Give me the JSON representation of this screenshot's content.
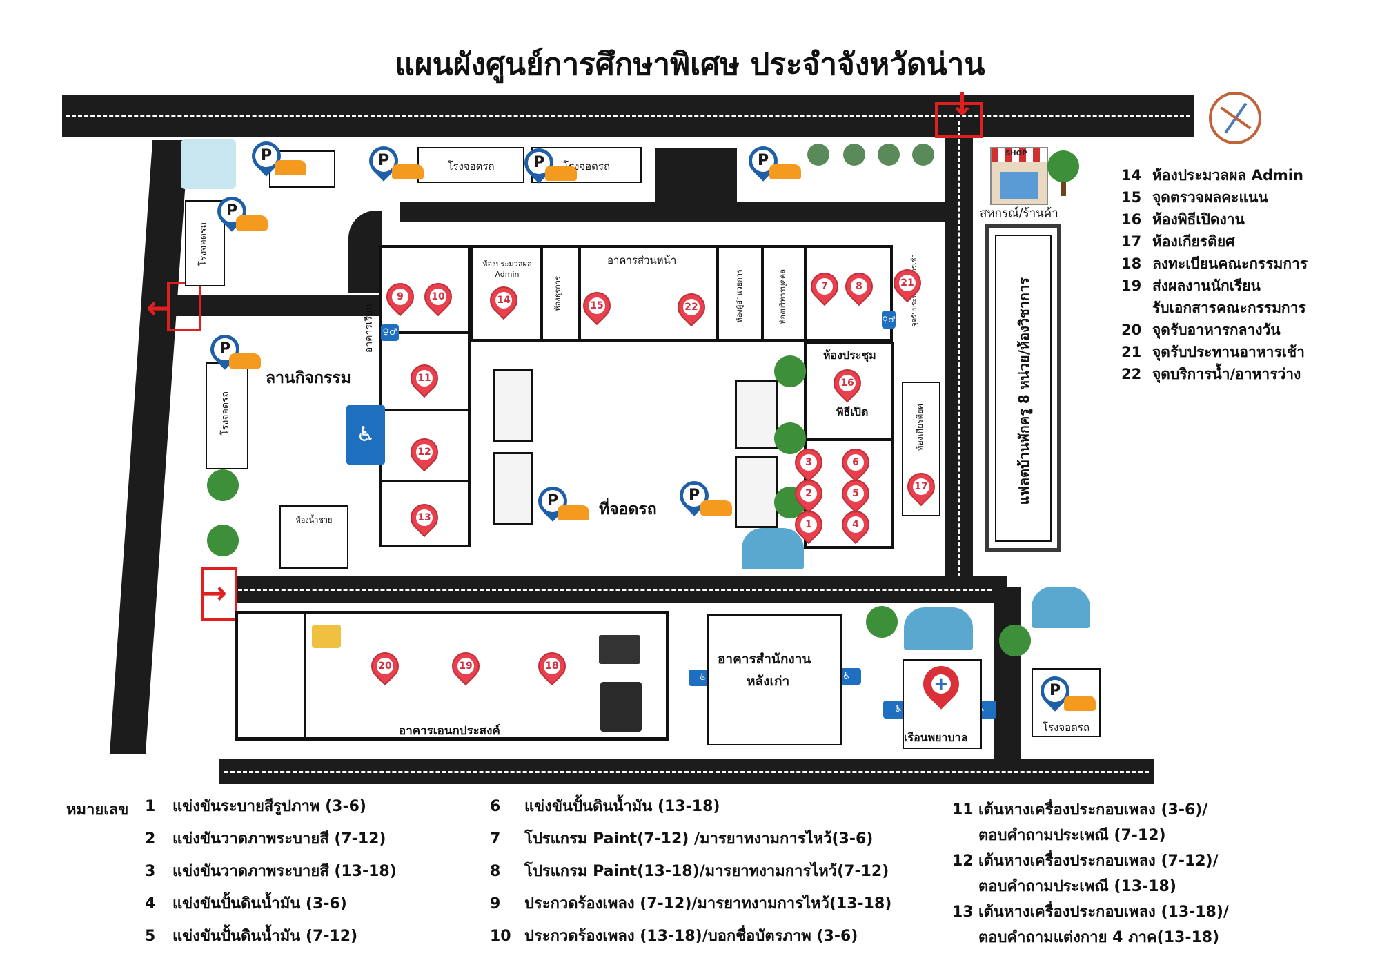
{
  "title": "แผนผังศูนย์การศึกษาพิเศษ ประจำจังหวัดน่าน",
  "labels": {
    "parking_lot": "โรงจอดรถ",
    "shop": "สหกรณ์/ร้านค้า",
    "activity_yard": "ลานกิจกรรม",
    "parking_area": "ที่จอดรถ",
    "front_building": "อาคารส่วนหน้า",
    "admin_room": "ห้องประมวลผล Admin",
    "classroom_building": "อาคารเรียน",
    "meeting_room": "ห้องประชุม",
    "opening": "พิธีเปิด",
    "honor_room": "ห้องเกียรติยศ",
    "mens_toilet": "ห้องน้ำชาย",
    "multipurpose": "อาคารเอนกประสงค์",
    "old_office": "อาคารสำนักงาน หลังเก่า",
    "old_office_1": "อาคารสำนักงาน",
    "old_office_2": "หลังเก่า",
    "nursing": "เรือนพยาบาล",
    "teacher_flats": "แฟลตบ้านพักครู 8 หน่วย/ห้องวิชาการ",
    "room_a": "ห้องธุรการ",
    "room_b": "ห้องผู้อำนวยการ",
    "room_c": "ห้องบริหารบุคคล",
    "room_d": "จุดรับประทานอาหารเช้า",
    "shop_sign": "SHOP"
  },
  "legend_right": [
    {
      "num": "14",
      "text": "ห้องประมวลผล Admin"
    },
    {
      "num": "15",
      "text": "จุดตรวจผลคะแนน"
    },
    {
      "num": "16",
      "text": "ห้องพิธีเปิดงาน"
    },
    {
      "num": "17",
      "text": "ห้องเกียรติยศ"
    },
    {
      "num": "18",
      "text": "ลงทะเบียนคณะกรรมการ"
    },
    {
      "num": "19",
      "text": "ส่งผลงานนักเรียน"
    },
    {
      "num": "",
      "text": "รับเอกสารคณะกรรมการ"
    },
    {
      "num": "20",
      "text": "จุดรับอาหารกลางวัน"
    },
    {
      "num": "21",
      "text": "จุดรับประทานอาหารเช้า"
    },
    {
      "num": "22",
      "text": "จุดบริการน้ำ/อาหารว่าง"
    }
  ],
  "legend_bottom_prefix": "หมายเลข",
  "legend_bottom": {
    "col1": [
      {
        "num": "1",
        "text": "แข่งขันระบายสีรูปภาพ (3-6)"
      },
      {
        "num": "2",
        "text": "แข่งขันวาดภาพระบายสี (7-12)"
      },
      {
        "num": "3",
        "text": "แข่งขันวาดภาพระบายสี (13-18)"
      },
      {
        "num": "4",
        "text": "แข่งขันปั้นดินน้ำมัน (3-6)"
      },
      {
        "num": "5",
        "text": "แข่งขันปั้นดินน้ำมัน (7-12)"
      }
    ],
    "col2": [
      {
        "num": "6",
        "text": "แข่งขันปั้นดินน้ำมัน (13-18)"
      },
      {
        "num": "7",
        "text": "โปรแกรม Paint(7-12) /มารยาทงามการไหว้(3-6)"
      },
      {
        "num": "8",
        "text": "โปรแกรม Paint(13-18)/มารยาทงามการไหว้(7-12)"
      },
      {
        "num": "9",
        "text": "ประกวดร้องเพลง  (7-12)/มารยาทงามการไหว้(13-18)"
      },
      {
        "num": "10",
        "text": "ประกวดร้องเพลง (13-18)/บอกชื่อบัตรภาพ (3-6)"
      }
    ],
    "col3": [
      {
        "num": "11",
        "text": "เต้นหางเครื่องประกอบเพลง (3-6)/"
      },
      {
        "num": "",
        "text": "ตอบคำถามประเพณี (7-12)"
      },
      {
        "num": "12",
        "text": "เต้นหางเครื่องประกอบเพลง (7-12)/"
      },
      {
        "num": "",
        "text": "ตอบคำถามประเพณี (13-18)"
      },
      {
        "num": "13",
        "text": "เต้นหางเครื่องประกอบเพลง (13-18)/"
      },
      {
        "num": "",
        "text": "ตอบคำถามแต่งกาย 4 ภาค(13-18)"
      }
    ]
  },
  "markers": [
    "1",
    "2",
    "3",
    "4",
    "5",
    "6",
    "7",
    "8",
    "9",
    "10",
    "11",
    "12",
    "13",
    "14",
    "15",
    "16",
    "17",
    "18",
    "19",
    "20",
    "21",
    "22"
  ],
  "parking_symbol": "P",
  "colors": {
    "road": "#1c1c1c",
    "marker": "#e8404c",
    "parking": "#1f5fa8",
    "car": "#f39a1f",
    "arrow": "#e02020"
  }
}
